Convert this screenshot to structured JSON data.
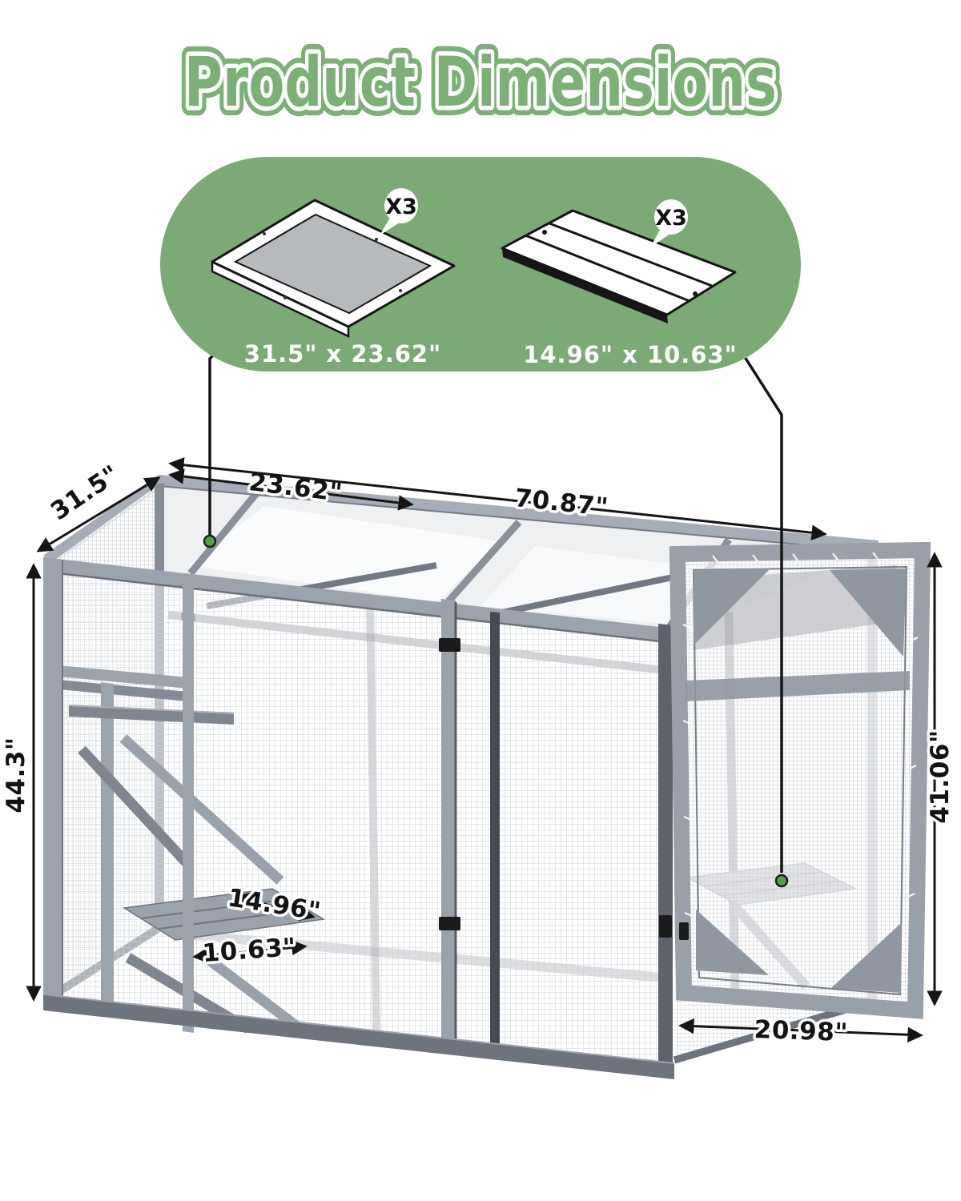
{
  "title": "Product Dimensions",
  "colors": {
    "title_green": "#7cb077",
    "pill_green": "#7baa76",
    "marker_green": "#55a04b"
  },
  "panel_summary": {
    "roof_panel": {
      "count_label": "X3",
      "size_label": "31.5\" x 23.62\""
    },
    "shelf_panel": {
      "count_label": "X3",
      "size_label": "14.96\" x 10.63\""
    }
  },
  "dimensions": {
    "depth": "31.5\"",
    "roof_bay_width": "23.62\"",
    "total_width": "70.87\"",
    "left_height": "44.3\"",
    "door_height": "41.06\"",
    "shelf_length": "14.96\"",
    "shelf_depth": "10.63\"",
    "door_width": "20.98\""
  }
}
